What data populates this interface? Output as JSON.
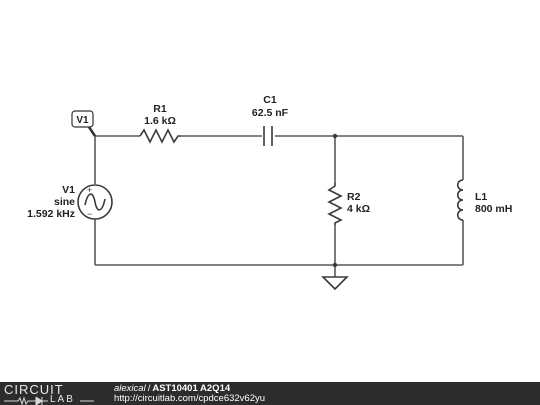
{
  "schematic": {
    "probe_label": "V1",
    "v1": {
      "name": "V1",
      "type": "sine",
      "freq": "1.592 kHz"
    },
    "r1": {
      "name": "R1",
      "value": "1.6 kΩ"
    },
    "c1": {
      "name": "C1",
      "value": "62.5 nF"
    },
    "r2": {
      "name": "R2",
      "value": "4 kΩ"
    },
    "l1": {
      "name": "L1",
      "value": "800 mH"
    }
  },
  "footer": {
    "logo_top": "CIRCUIT",
    "logo_bottom": "LAB",
    "author": "alexical",
    "separator": "/",
    "title": "AST10401 A2Q14",
    "url": "http://circuitlab.com/cpdce632v62yu"
  }
}
